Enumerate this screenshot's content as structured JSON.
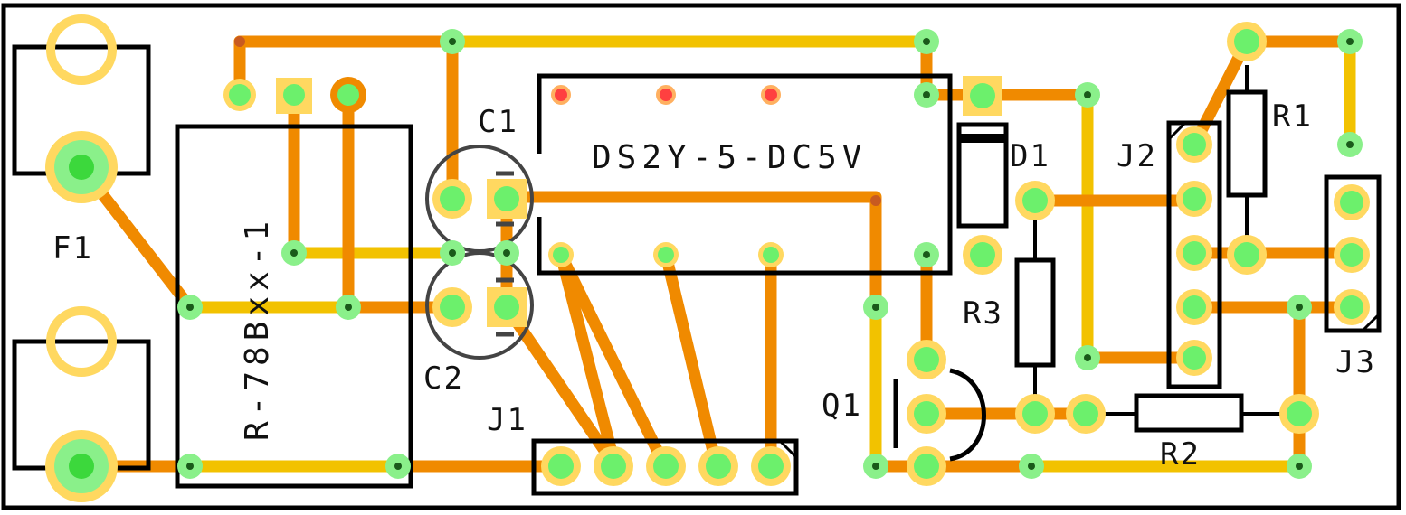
{
  "board": {
    "colors": {
      "bottom_trace": "#f08a00",
      "top_trace": "#f2c200",
      "pad_green": "#6cf06c",
      "pad_ring": "#ffd860",
      "outline": "#000000",
      "red_pin": "#ff4040"
    }
  },
  "labels": {
    "f1": "F1",
    "regulator": "R-78Bxx-1",
    "c1": "C1",
    "c2": "C2",
    "relay": "DS2Y-5-DC5V",
    "j1": "J1",
    "d1": "D1",
    "j2": "J2",
    "r1": "R1",
    "r3": "R3",
    "q1": "Q1",
    "r2": "R2",
    "j3": "J3"
  }
}
